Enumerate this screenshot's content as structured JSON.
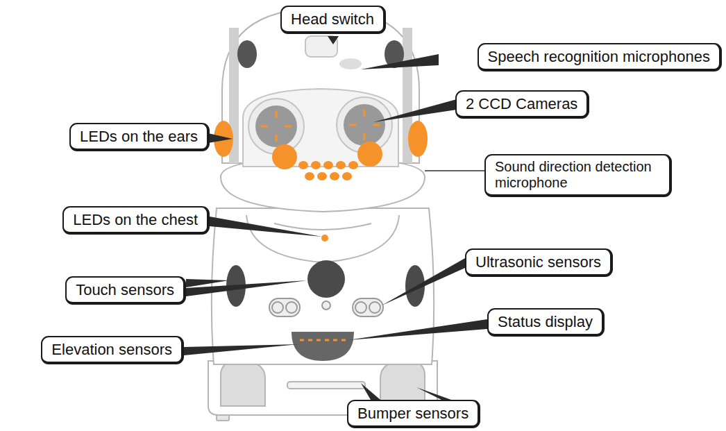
{
  "diagram": {
    "nodes": [
      {
        "text": [
          "Head switch"
        ]
      },
      {
        "text": [
          "Speech recognition microphones"
        ]
      },
      {
        "text": [
          "2 CCD Cameras"
        ]
      },
      {
        "text": [
          "LEDs on the ears"
        ]
      },
      {
        "text": [
          "Sound direction detection microphone"
        ]
      },
      {
        "text": [
          "LEDs on the chest"
        ]
      },
      {
        "text": [
          "Touch sensors"
        ]
      },
      {
        "text": [
          "Ultrasonic sensors"
        ]
      },
      {
        "text": [
          "Status display"
        ]
      },
      {
        "text": [
          "Elevation sensors"
        ]
      },
      {
        "text": [
          "Bumper sensors"
        ]
      }
    ]
  }
}
